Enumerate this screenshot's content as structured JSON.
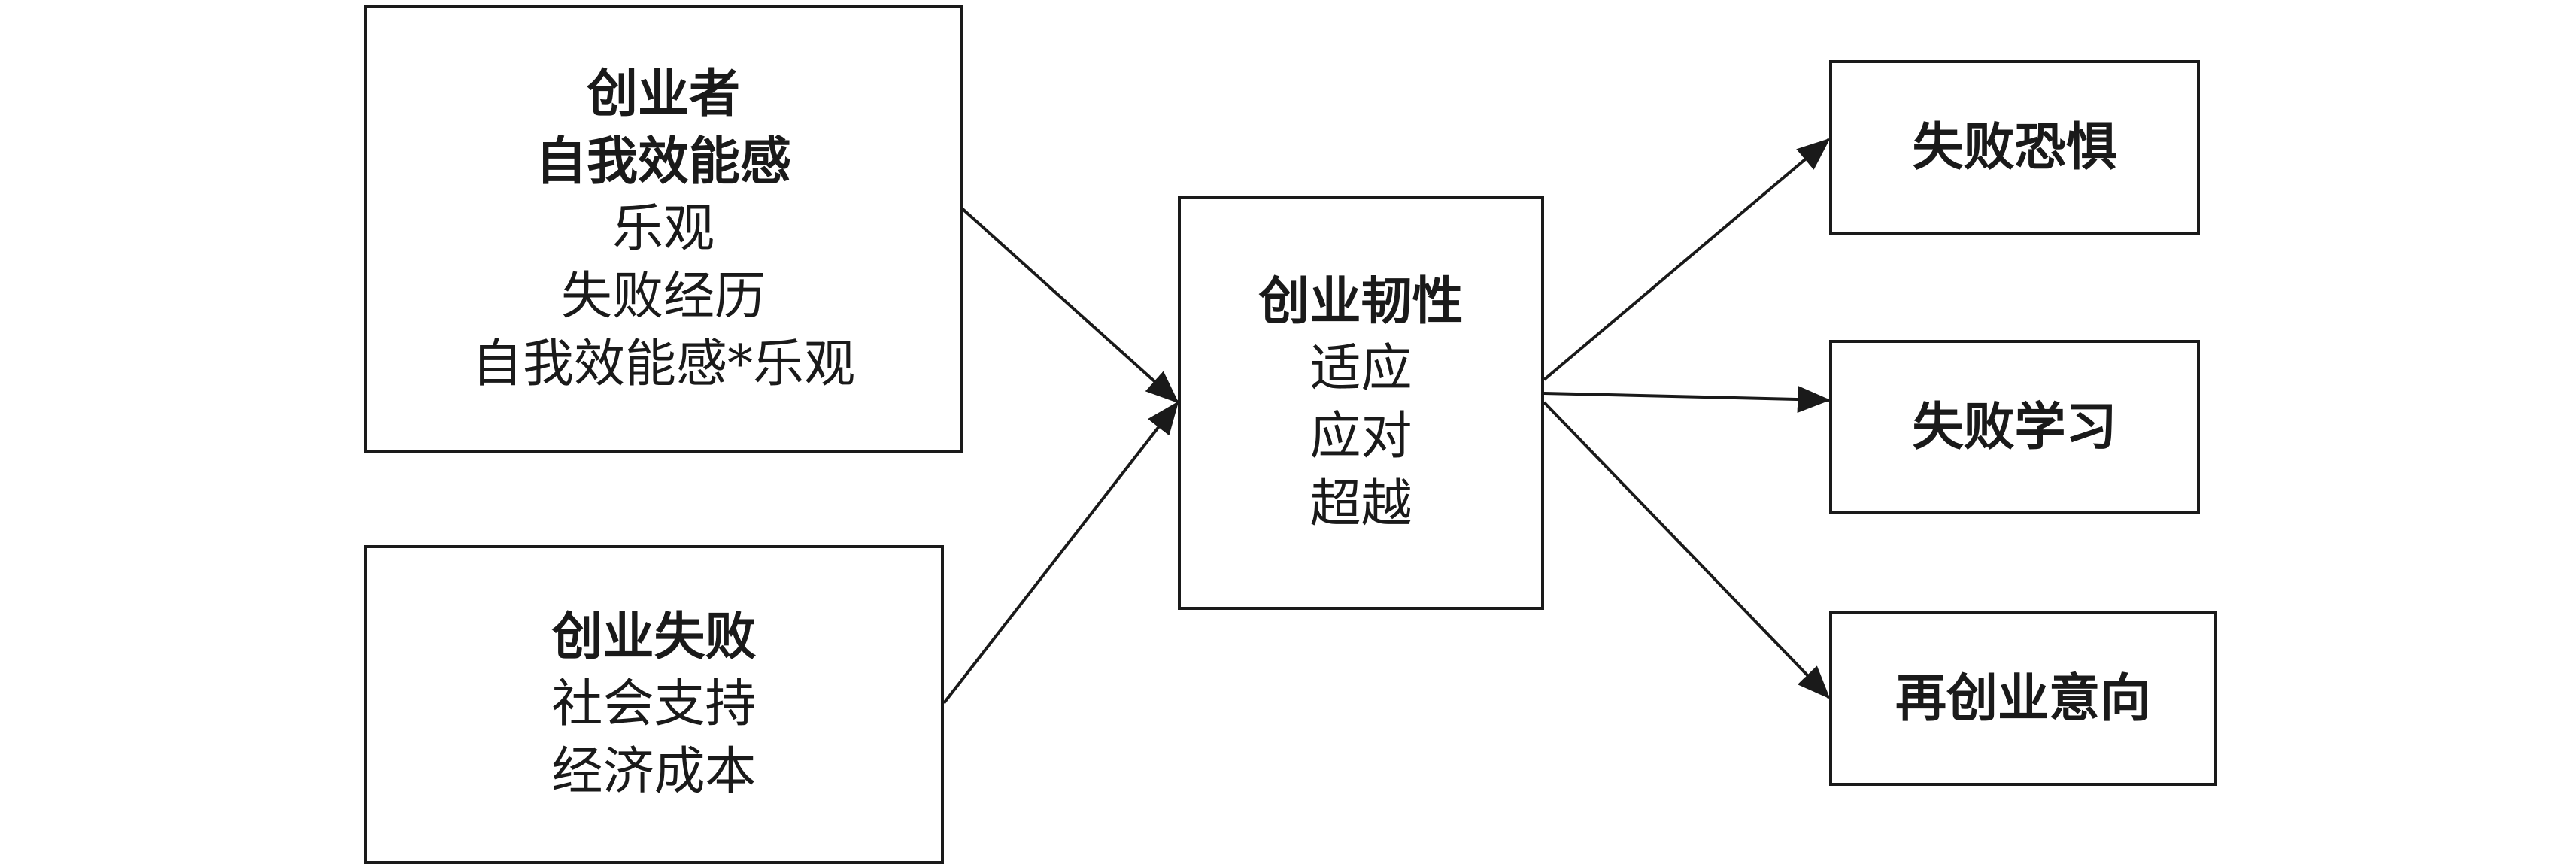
{
  "entrepreneur_box": {
    "lines": [
      {
        "text": "创业者",
        "bold": true
      },
      {
        "text": "自我效能感",
        "bold": true
      },
      {
        "text": "乐观",
        "bold": false
      },
      {
        "text": "失败经历",
        "bold": false
      },
      {
        "text": "自我效能感*乐观",
        "bold": false
      }
    ]
  },
  "failure_box": {
    "lines": [
      {
        "text": "创业失败",
        "bold": true
      },
      {
        "text": "社会支持",
        "bold": false
      },
      {
        "text": "经济成本",
        "bold": false
      }
    ]
  },
  "resilience_box": {
    "lines": [
      {
        "text": "创业韧性",
        "bold": true
      },
      {
        "text": "适应",
        "bold": false
      },
      {
        "text": "应对",
        "bold": false
      },
      {
        "text": "超越",
        "bold": false
      }
    ]
  },
  "outcomes": {
    "fear": "失败恐惧",
    "learning": "失败学习",
    "reentry": "再创业意向"
  },
  "colors": {
    "stroke": "#1a1a1a",
    "background": "#ffffff"
  }
}
